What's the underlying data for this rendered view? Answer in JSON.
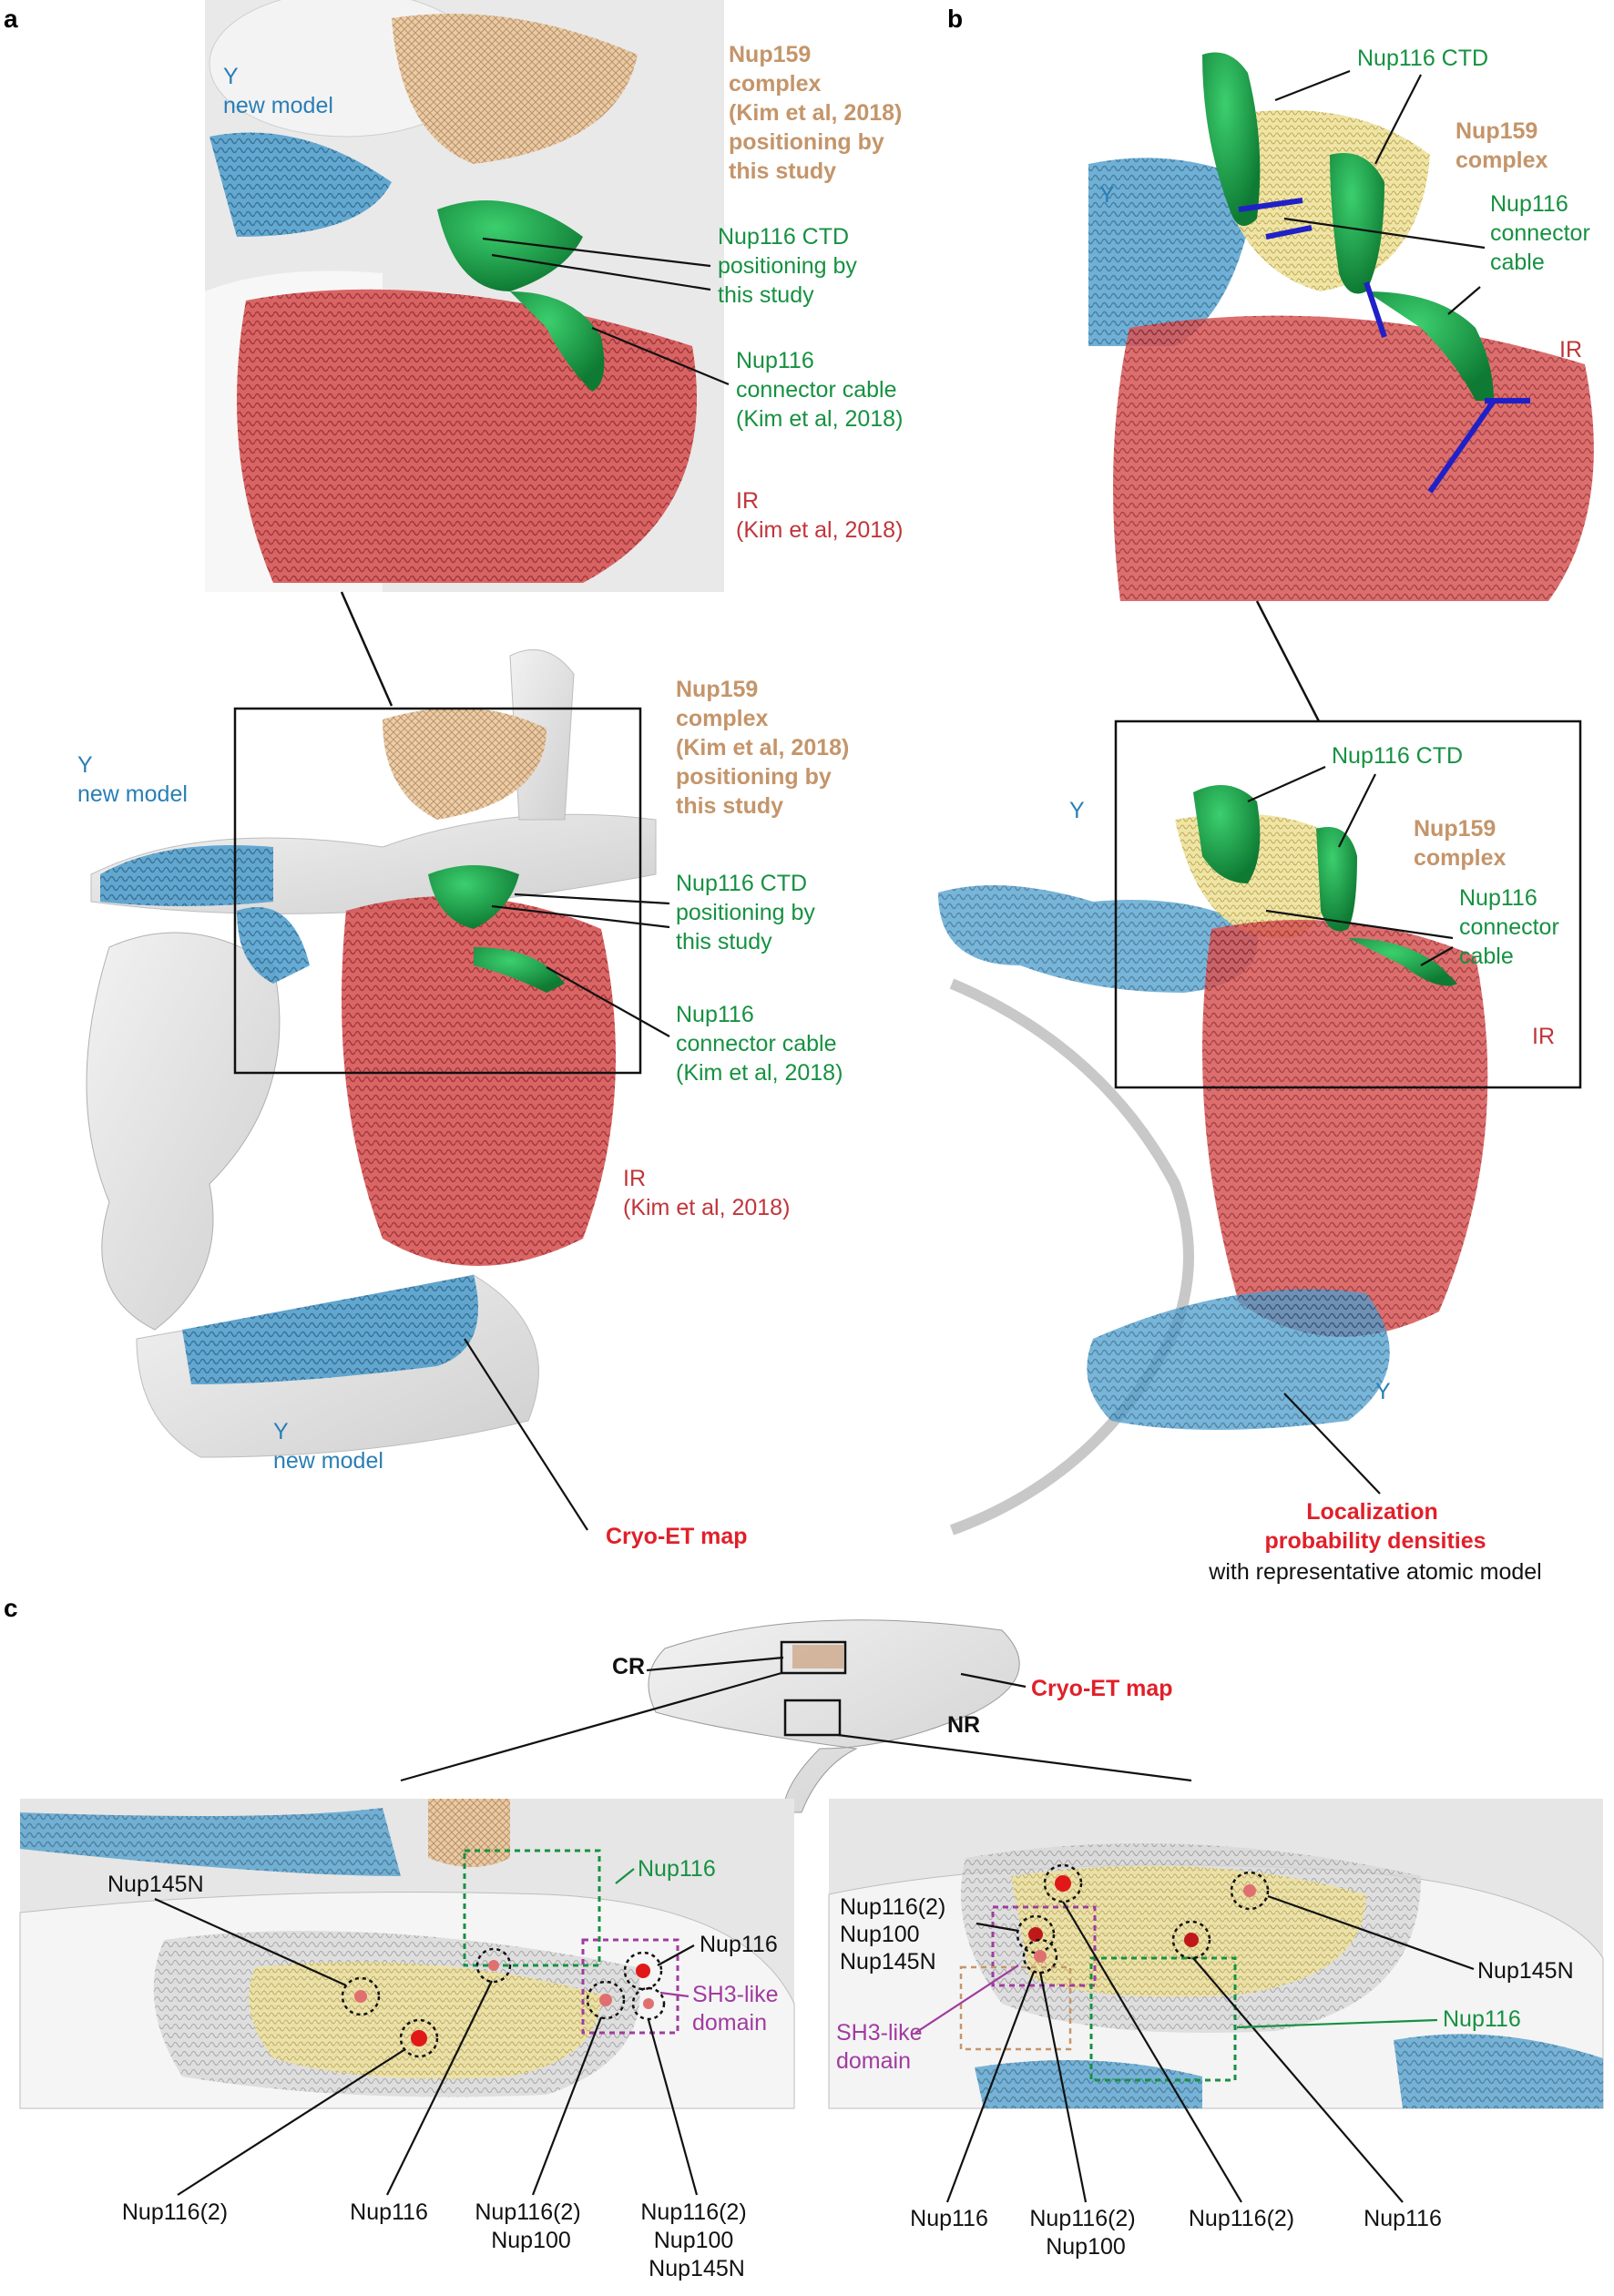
{
  "colors": {
    "y_blue": "#2a7fb5",
    "nup159_tan": "#c4956a",
    "nup116_green": "#169141",
    "ir_red": "#c0353a",
    "cryo_red": "#e0202a",
    "sh3_purple": "#a03ca0",
    "black": "#111111"
  },
  "panels": {
    "a": {
      "letter": "a",
      "inset": {
        "y": [
          "Y",
          "new model"
        ],
        "nup159": [
          "Nup159",
          "complex",
          "(Kim et al, 2018)",
          "positioning by",
          "this study"
        ],
        "ctd": [
          "Nup116 CTD",
          "positioning by",
          "this study"
        ],
        "cable": [
          "Nup116",
          "connector cable",
          "(Kim et al, 2018)"
        ],
        "ir": [
          "IR",
          "(Kim et al, 2018)"
        ]
      },
      "overview": {
        "y_top": [
          "Y",
          "new model"
        ],
        "nup159": [
          "Nup159",
          "complex",
          "(Kim et al, 2018)",
          "positioning by",
          "this study"
        ],
        "ctd": [
          "Nup116 CTD",
          "positioning by",
          "this study"
        ],
        "cable": [
          "Nup116",
          "connector cable",
          "(Kim et al, 2018)"
        ],
        "ir": [
          "IR",
          "(Kim et al, 2018)"
        ],
        "y_bottom": [
          "Y",
          "new model"
        ],
        "cryo": "Cryo-ET map"
      }
    },
    "b": {
      "letter": "b",
      "inset": {
        "ctd": "Nup116 CTD",
        "nup159": [
          "Nup159",
          "complex"
        ],
        "y": "Y",
        "cable": [
          "Nup116",
          "connector",
          "cable"
        ],
        "ir": "IR"
      },
      "overview": {
        "ctd": "Nup116 CTD",
        "nup159": [
          "Nup159",
          "complex"
        ],
        "y_left": "Y",
        "cable": [
          "Nup116",
          "connector",
          "cable"
        ],
        "ir": "IR",
        "y_bottom": "Y",
        "localization": [
          "Localization",
          "probability densities"
        ],
        "representative": "with representative atomic model"
      }
    },
    "c": {
      "letter": "c",
      "overview": {
        "cr": "CR",
        "nr": "NR",
        "cryo": "Cryo-ET map"
      },
      "left": {
        "nup145n": "Nup145N",
        "nup116_box": "Nup116",
        "nup116_right": "Nup116",
        "sh3": [
          "SH3-like",
          "domain"
        ],
        "bottom": [
          [
            "Nup116(2)"
          ],
          [
            "Nup116"
          ],
          [
            "Nup116(2)",
            "Nup100"
          ],
          [
            "Nup116(2)",
            "Nup100",
            "Nup145N"
          ]
        ]
      },
      "right": {
        "stack": [
          "Nup116(2)",
          "Nup100",
          "Nup145N"
        ],
        "sh3": [
          "SH3-like",
          "domain"
        ],
        "nup145n": "Nup145N",
        "nup116_box": "Nup116",
        "bottom": [
          [
            "Nup116"
          ],
          [
            "Nup116(2)",
            "Nup100"
          ],
          [
            "Nup116(2)"
          ],
          [
            "Nup116"
          ]
        ]
      }
    }
  }
}
